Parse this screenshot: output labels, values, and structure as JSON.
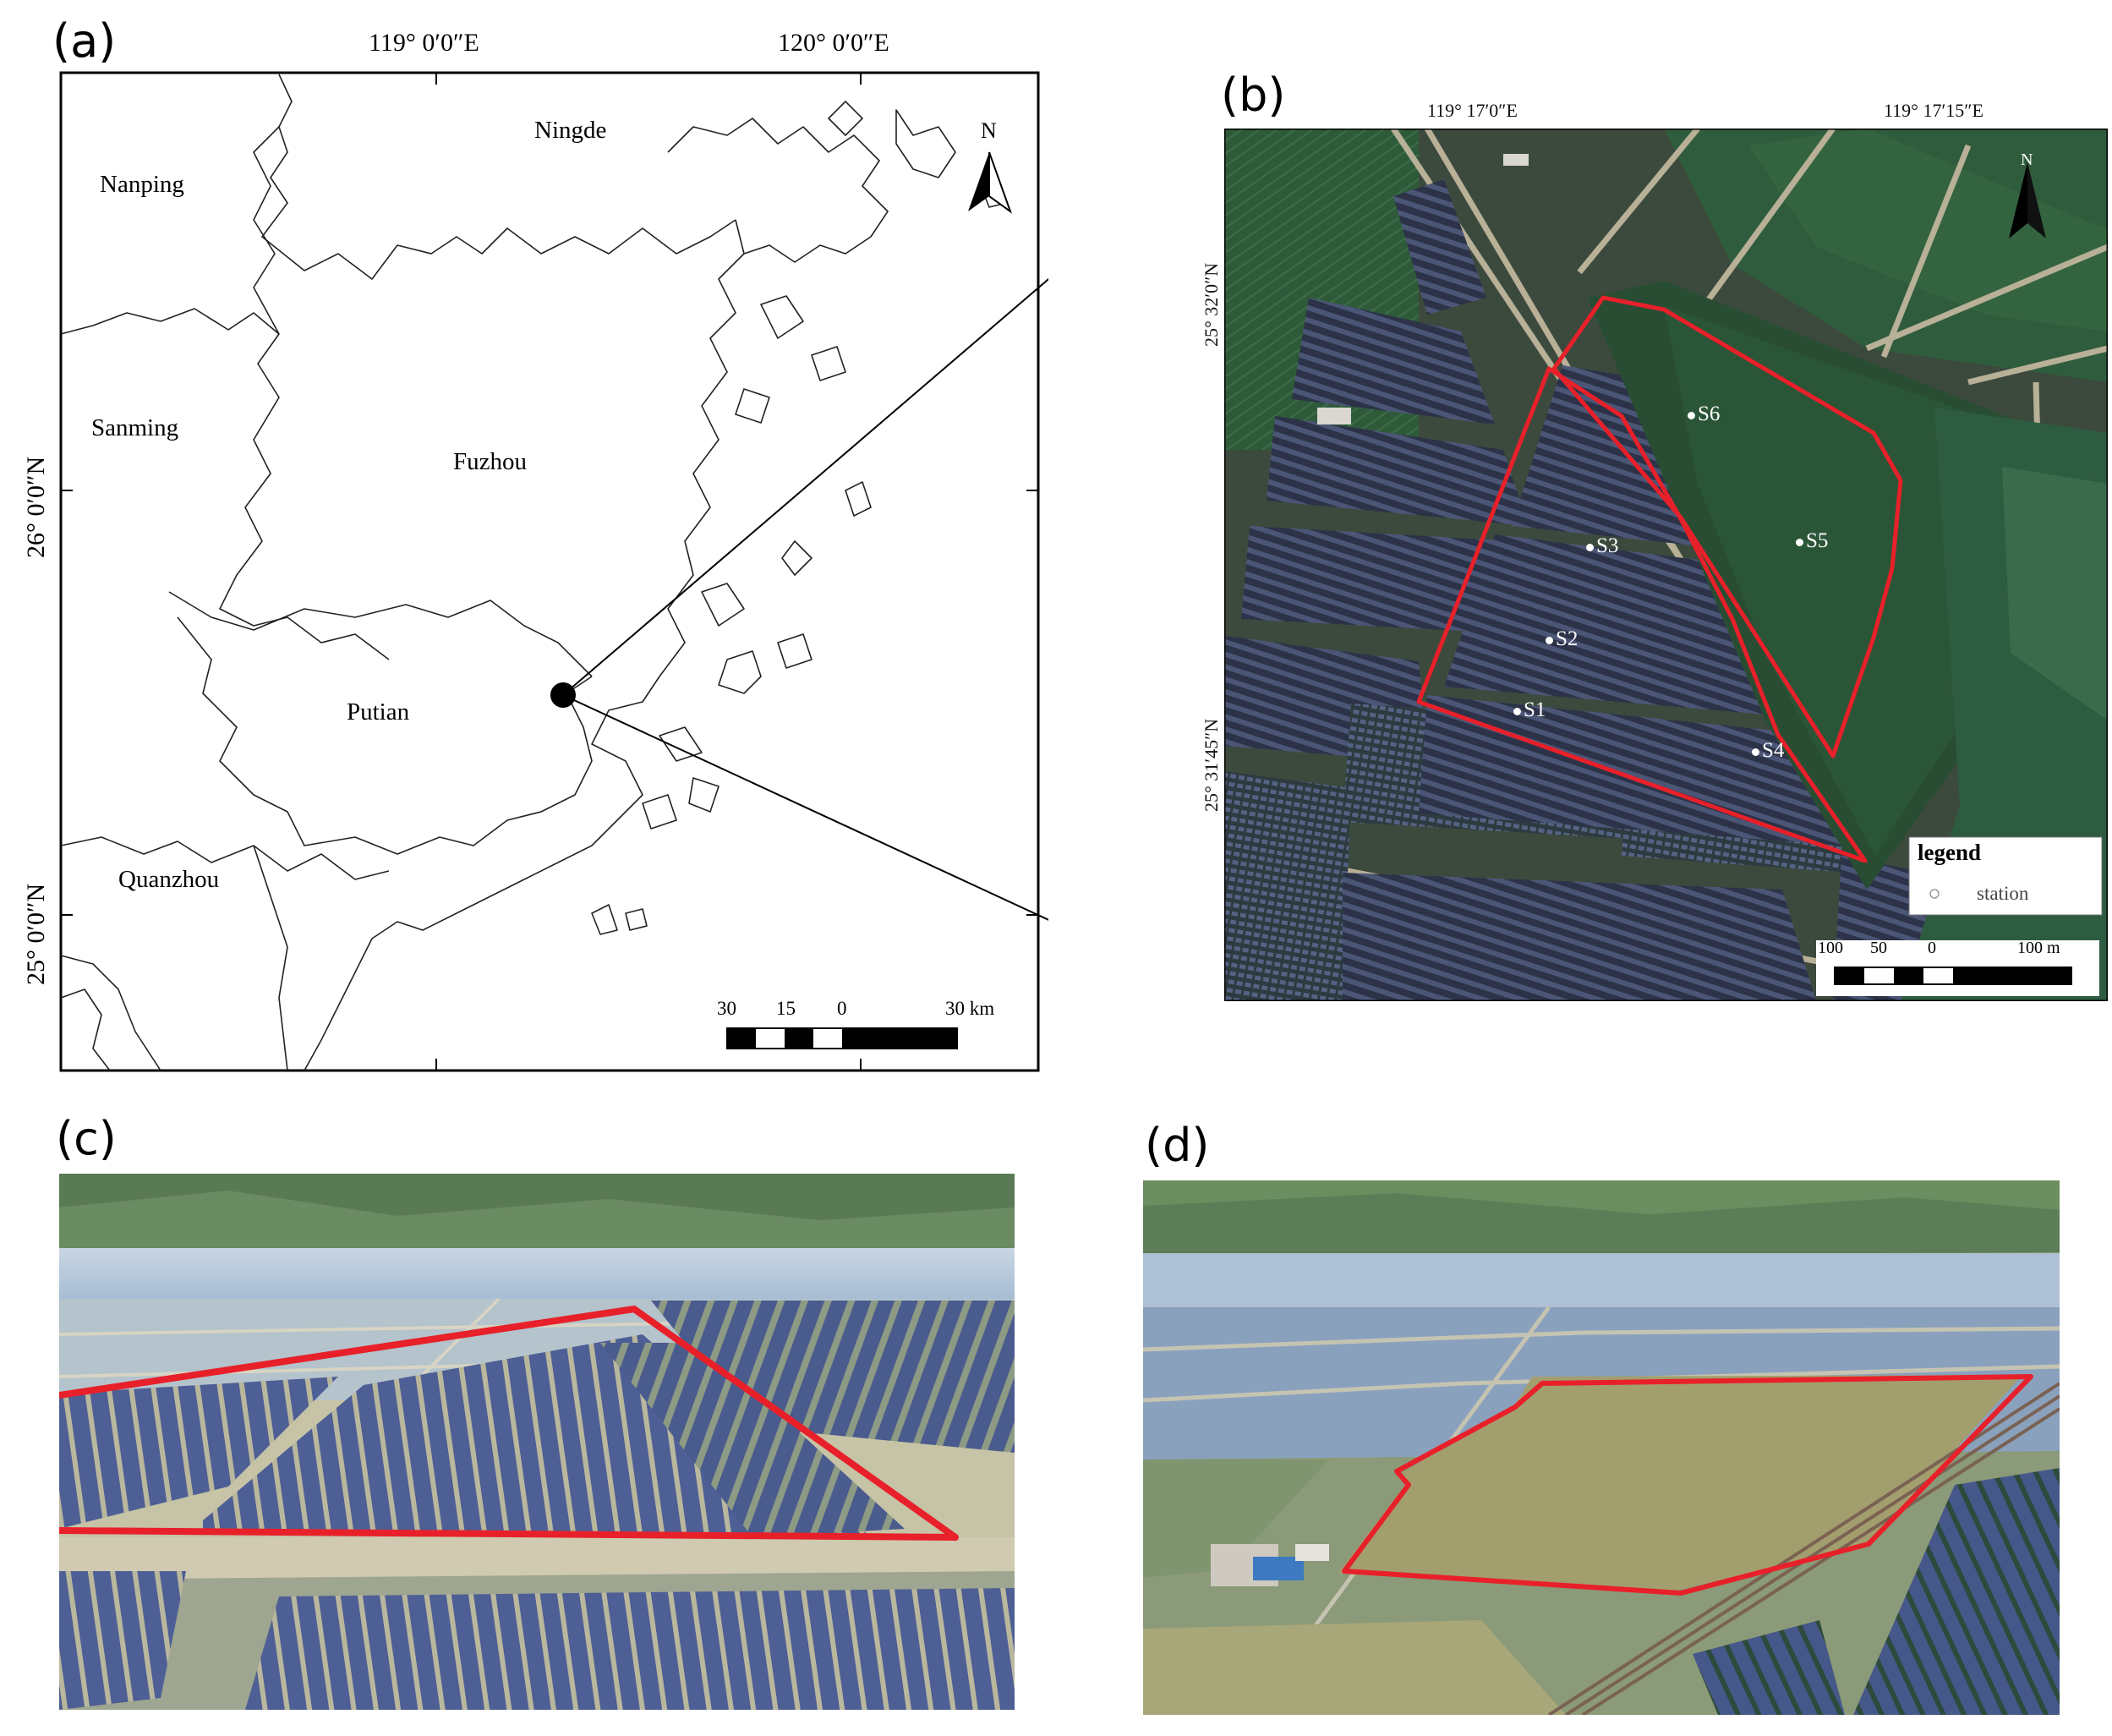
{
  "panels": {
    "a": {
      "letter": "(a)"
    },
    "b": {
      "letter": "(b)"
    },
    "c": {
      "letter": "(c)"
    },
    "d": {
      "letter": "(d)"
    }
  },
  "map_a": {
    "lon_labels": [
      "119° 0′0″E",
      "120° 0′0″E"
    ],
    "lat_labels": [
      "26° 0′0″N",
      "25° 0′0″N"
    ],
    "cities": [
      "Ningde",
      "Nanping",
      "Sanming",
      "Fuzhou",
      "Putian",
      "Quanzhou"
    ],
    "north_label": "N",
    "scale_labels": [
      "30",
      "15",
      "0",
      "30 km"
    ]
  },
  "map_b": {
    "lon_labels": [
      "119° 17′0″E",
      "119° 17′15″E"
    ],
    "lat_labels": [
      "25° 32′0″N",
      "25° 31′45″N"
    ],
    "stations": [
      "S6",
      "S3",
      "S5",
      "S2",
      "S1",
      "S4"
    ],
    "north_label": "N",
    "legend_title": "legend",
    "legend_item": "station",
    "scale_labels": [
      "100",
      "50",
      "0",
      "100 m"
    ]
  },
  "colors": {
    "boundary_red": "#e8202a",
    "satellite_dark": "#2f3f36",
    "solar_blue": "#4a5c8c",
    "water_sky": "#a9bfd6",
    "pond_tan": "#a8a070"
  }
}
